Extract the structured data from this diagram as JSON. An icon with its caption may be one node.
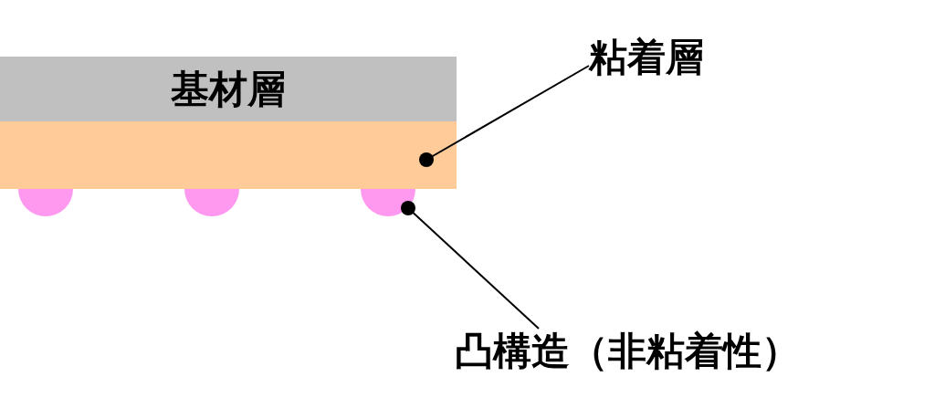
{
  "diagram": {
    "nodes": [
      {
        "text": [
          "基材層"
        ]
      },
      {
        "text": [
          "粘着層"
        ]
      },
      {
        "text": [],
        "shape": "bar"
      },
      {
        "text": [],
        "shape": "semicircle"
      },
      {
        "text": [],
        "shape": "semicircle"
      },
      {
        "text": [],
        "shape": "semicircle"
      },
      {
        "text": [
          "凸構造（非粘着性）"
        ]
      }
    ],
    "edges": [
      {
        "from": 1,
        "to": 2,
        "arrow": "other"
      },
      {
        "from": 6,
        "to": 5,
        "arrow": "other"
      }
    ]
  }
}
